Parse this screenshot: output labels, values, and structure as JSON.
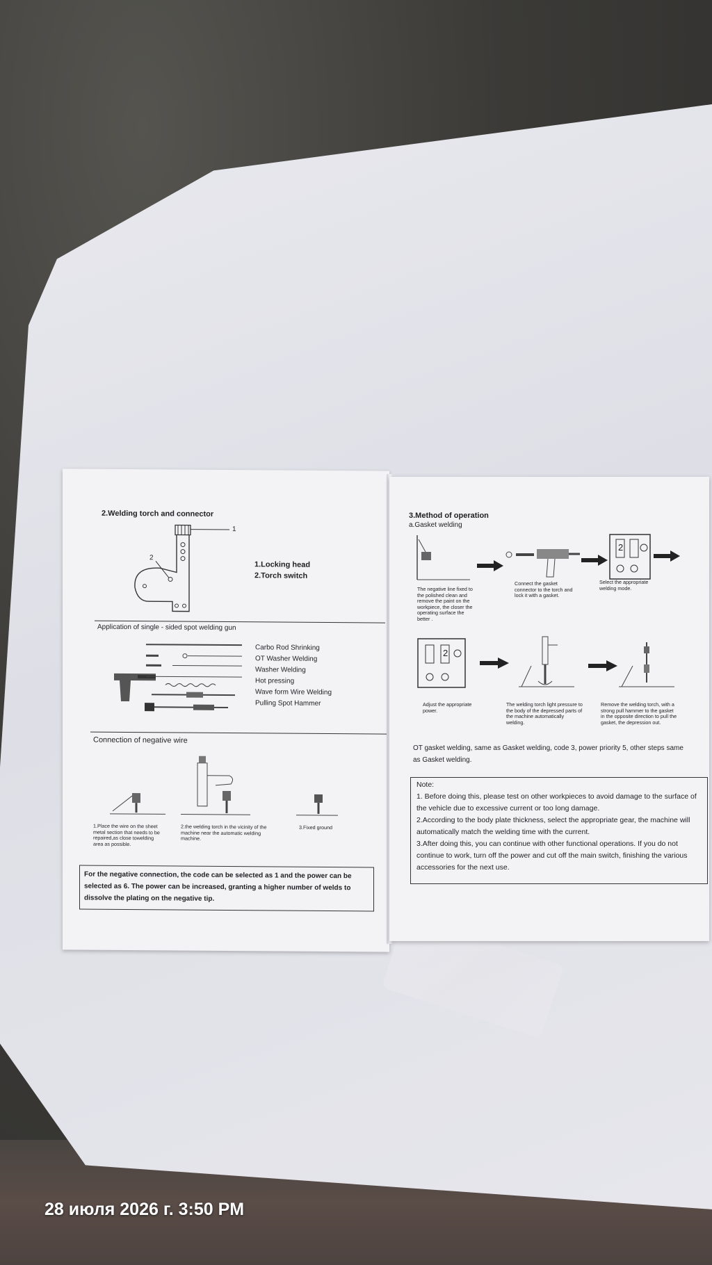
{
  "photo": {
    "timestamp": "28 июля 2026 г. 3:50 PM"
  },
  "left_page": {
    "section_title": "2.Welding torch and connector",
    "torch_callout_1": "1",
    "torch_callout_2": "2",
    "torch_labels": [
      "1.Locking head",
      "2.Torch switch"
    ],
    "application_title": "Application of single - sided spot welding gun",
    "applications": [
      "Carbo Rod Shrinking",
      "OT Washer Welding",
      "Washer Welding",
      "Hot pressing",
      "Wave form Wire Welding",
      "Pulling Spot Hammer"
    ],
    "negative_title": "Connection of negative wire",
    "negative_steps": [
      "1.Place the wire on the sheet metal section that needs to be repaired,as close towelding area as possible.",
      "2.the welding torch in the vicinity of the machine near the automatic welding machine.",
      "3.Fixed ground"
    ],
    "negative_note": "For the negative connection, the code can be selected as 1 and the power can be selected as 6. The power can be increased, granting a higher number of welds to dissolve the plating on the negative tip."
  },
  "right_page": {
    "section_title": "3.Method of operation",
    "subsection": "a.Gasket welding",
    "panel_digit": "2",
    "steps_row1": [
      "The negative line fixed to the polished clean and remove the paint on the workpiece, the closer the operating surface the better .",
      "Connect the gasket connector to the torch and lock it with a gasket.",
      "Select the appropriate welding mode."
    ],
    "steps_row2": [
      "Adjust the appropriate power.",
      "The welding torch light pressure to the body of the depressed parts of the machine automatically welding.",
      "Remove the welding torch, with a strong pull hammer to the gasket in the opposite direction to pull the gasket, the depression out."
    ],
    "ot_text": "OT gasket welding, same as Gasket welding, code 3, power priority 5, other steps same as Gasket welding.",
    "note_title": "Note:",
    "notes": [
      "1. Before doing this, please test on other workpieces to avoid damage to the surface of the vehicle due to excessive current or too long damage.",
      "2.According to the body plate thickness, select the appropriate gear, the machine will automatically match the welding time with the current.",
      "3.After doing this, you can continue with other functional operations. If you do not continue to work, turn off the power and cut off the main switch, finishing the various accessories for the next use."
    ]
  }
}
